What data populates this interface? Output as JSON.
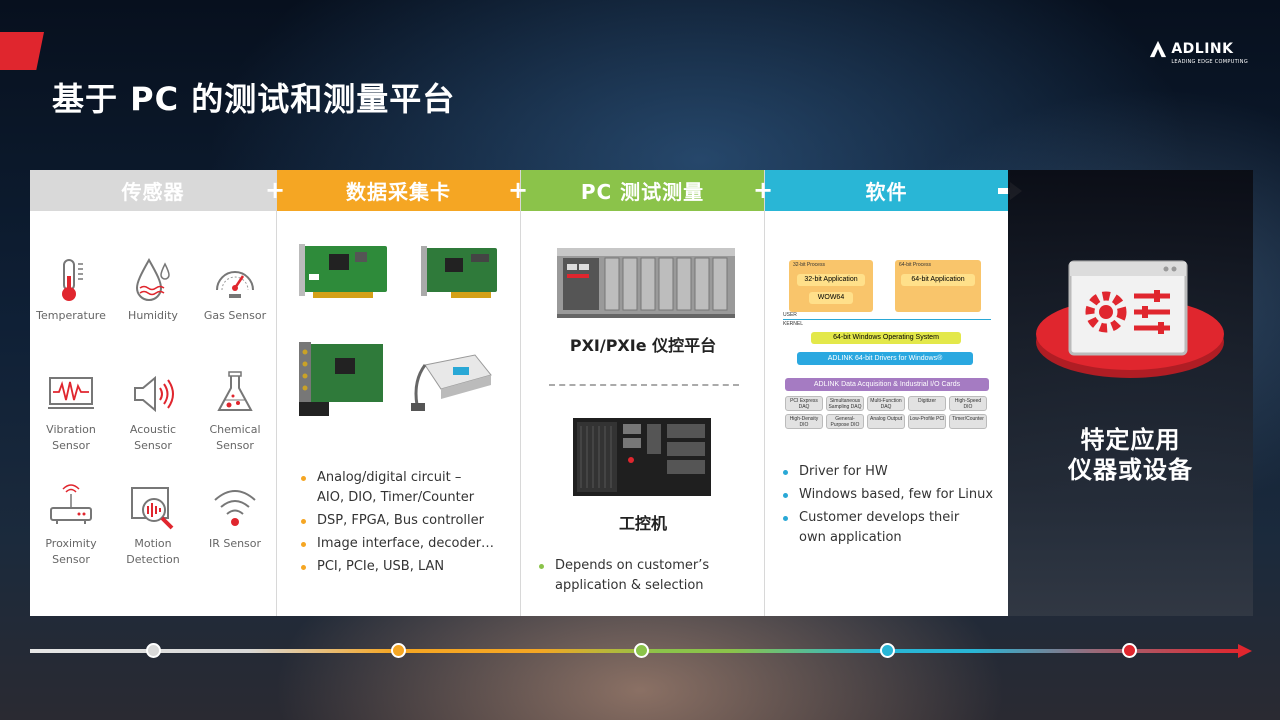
{
  "title": "基于 PC 的测试和测量平台",
  "logo": {
    "name": "ADLINK",
    "tagline": "LEADING EDGE COMPUTING"
  },
  "columns": [
    {
      "heading": "传感器",
      "color": "#d9d9d9"
    },
    {
      "heading": "数据采集卡",
      "color": "#f5a623"
    },
    {
      "heading": "PC 测试测量",
      "color": "#8bc34a"
    },
    {
      "heading": "软件",
      "color": "#29b6d6"
    }
  ],
  "plus_sign": "+",
  "sensors": [
    {
      "label": "Temperature",
      "icon": "thermometer-icon"
    },
    {
      "label": "Humidity",
      "icon": "humidity-icon"
    },
    {
      "label": "Gas Sensor",
      "icon": "gauge-icon"
    },
    {
      "label": "Vibration\nSensor",
      "icon": "vibration-icon"
    },
    {
      "label": "Acoustic\nSensor",
      "icon": "speaker-icon"
    },
    {
      "label": "Chemical\nSensor",
      "icon": "flask-icon"
    },
    {
      "label": "Proximity\nSensor",
      "icon": "router-icon"
    },
    {
      "label": "Motion\nDetection",
      "icon": "motion-search-icon"
    },
    {
      "label": "IR Sensor",
      "icon": "wireless-icon"
    }
  ],
  "daq_bullets": [
    "Analog/digital circuit –\nAIO, DIO, Timer/Counter",
    "DSP, FPGA, Bus controller",
    "Image interface, decoder…",
    "PCI, PCIe, USB, LAN"
  ],
  "pc": {
    "caption_top": "PXI/PXIe 仪控平台",
    "caption_bottom": "工控机",
    "bullets": [
      "Depends on customer’s\napplication & selection"
    ]
  },
  "software": {
    "diagram": {
      "proc32": "32-bit Process",
      "app32": "32-bit Application",
      "wow64": "WOW64",
      "proc64": "64-bit Process",
      "app64": "64-bit Application",
      "user": "USER",
      "kernel": "KERNEL",
      "os": "64-bit Windows Operating System",
      "drivers": "ADLINK 64-bit Drivers for Windows®",
      "daq": "ADLINK Data Acquisition & Industrial I/O Cards",
      "cards": [
        "PCI Express DAQ",
        "Simultaneous Sampling DAQ",
        "Multi-Function DAQ",
        "Digitizer",
        "High-Speed DIO",
        "High-Density DIO",
        "General-Purpose DIO",
        "Analog Output",
        "Low-Profile PCI",
        "Timer/Counter"
      ]
    },
    "bullets": [
      "Driver for HW",
      "Windows based, few for Linux",
      "Customer develops their\nown application"
    ]
  },
  "result": {
    "text": "特定应用\n仪器或设备"
  }
}
